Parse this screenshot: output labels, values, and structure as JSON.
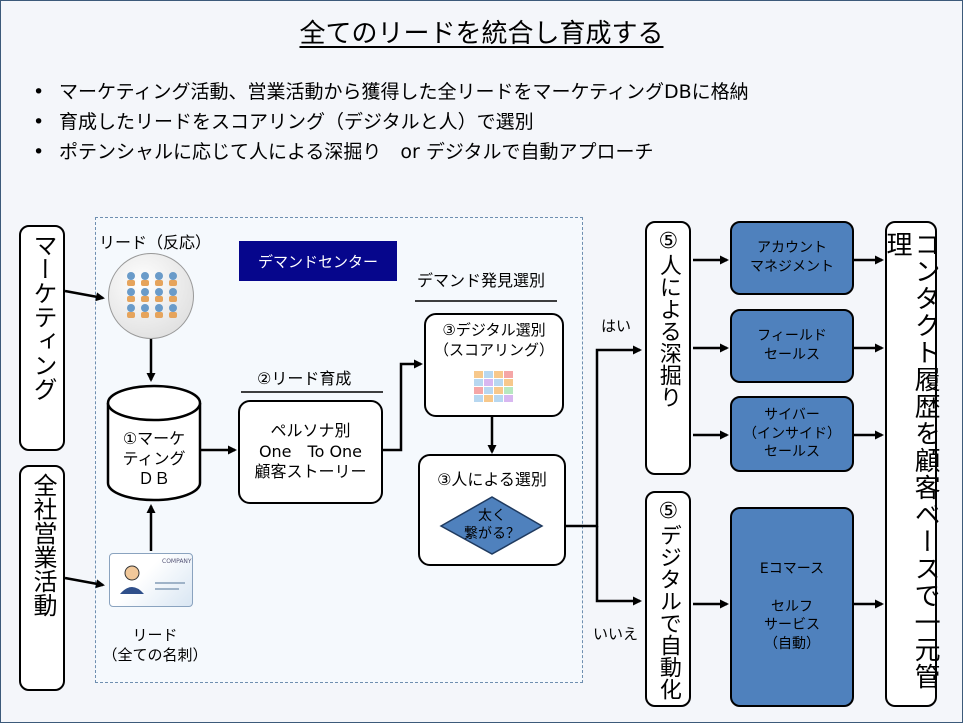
{
  "title": "全てのリードを統合し育成する",
  "bullets": [
    "マーケティング活動、営業活動から獲得した全リードをマーケティングDBに格納",
    "育成したリードをスコアリング（デジタルと人）で選別",
    "ポテンシャルに応じて人による深掘り　or デジタルで自動アプローチ"
  ],
  "bullet_mark": "•",
  "sources": {
    "marketing": "マーケティング",
    "sales": "全社営業活動"
  },
  "demand_center": "デマンドセンター",
  "leads_response": "リード（反応）",
  "db": "①マーケ\nティング\nＤＢ",
  "leads_cards": "リード\n（全ての名刺）",
  "nurture": {
    "label": "②リード育成",
    "box": "ペルソナ別\nOne　To One\n顧客ストーリー"
  },
  "discovery": {
    "label": "デマンド発見選別",
    "digital": "③デジタル選別\n（スコアリング）",
    "human": "③人による選別",
    "decision": "太く\n繋がる？"
  },
  "branch": {
    "yes": "はい",
    "no": "いいえ"
  },
  "paths": {
    "human": "⑤人による深掘り",
    "digital": "⑤デジタルで自動化"
  },
  "channels": [
    "アカウント\nマネジメント",
    "フィールド\nセールス",
    "サイバー\n（インサイド）\nセールス",
    "Eコマース\n\nセルフ\nサービス\n（自動）"
  ],
  "history": "コンタクト履歴を顧客ベースで一元管理",
  "card_text": "COMPANY",
  "colors": {
    "channel_fill": "#4f81bd",
    "badge_fill": "#06068c",
    "decision_fill": "#4f81bd",
    "panel_bg": "#f5f9fd"
  }
}
